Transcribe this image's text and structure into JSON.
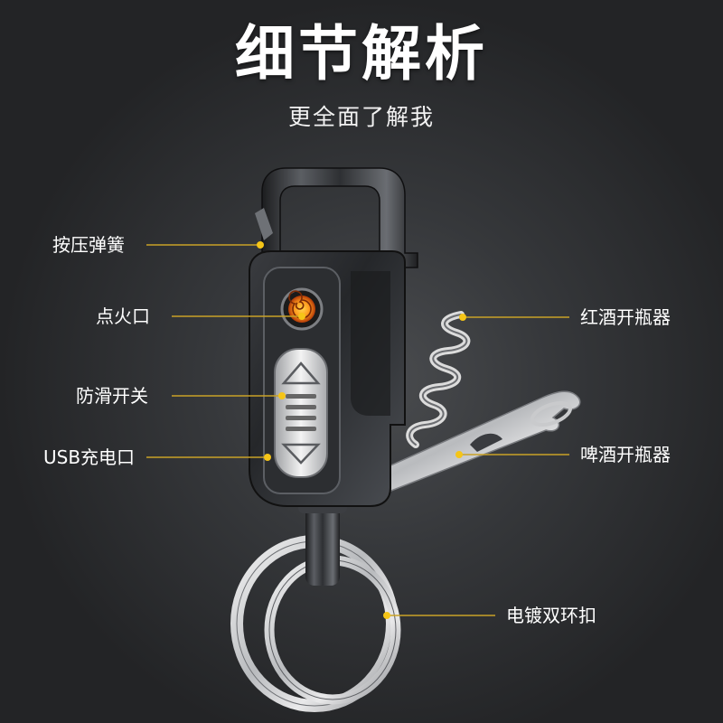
{
  "header": {
    "title": "细节解析",
    "subtitle": "更全面了解我"
  },
  "callouts": {
    "spring": "按压弹簧",
    "ignition": "点火口",
    "slide_switch": "防滑开关",
    "usb_port": "USB充电口",
    "wine_opener": "红酒开瓶器",
    "beer_opener": "啤酒开瓶器",
    "key_rings": "电镀双环扣"
  },
  "colors": {
    "background": "#2a2b2d",
    "leader_line": "#c9a227",
    "text": "#ffffff"
  }
}
